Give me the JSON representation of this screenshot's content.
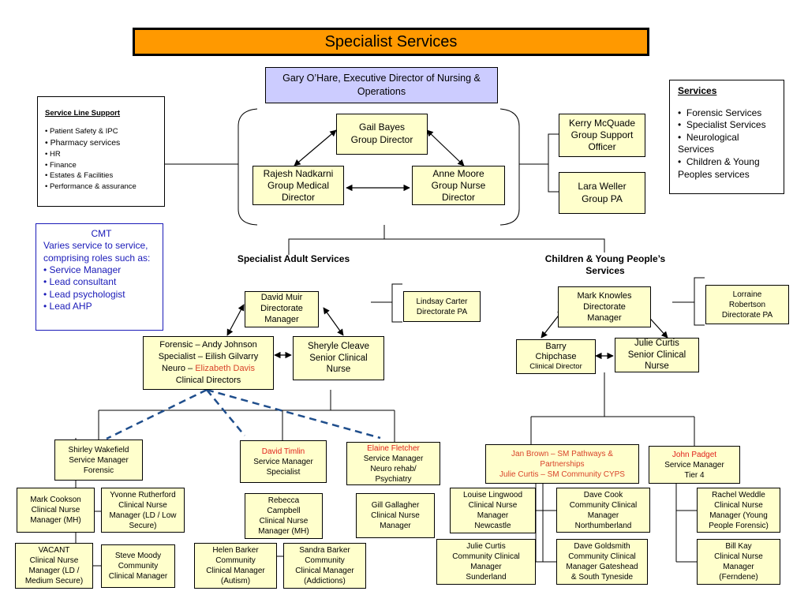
{
  "title": "Specialist Services",
  "exec": [
    "Gary O’Hare, Executive Director of Nursing &",
    "Operations"
  ],
  "group": {
    "gail": [
      "Gail Bayes",
      "Group Director"
    ],
    "rajesh": [
      "Rajesh Nadkarni",
      "Group Medical",
      "Director"
    ],
    "anne": [
      "Anne Moore",
      "Group Nurse",
      "Director"
    ],
    "kerry": [
      "Kerry McQuade",
      "Group Support",
      "Officer"
    ],
    "lara": [
      "Lara Weller",
      "Group PA"
    ]
  },
  "service_line": {
    "heading": "Service Line Support",
    "items": [
      "Patient Safety & IPC",
      "Pharmacy services",
      "HR",
      "Finance",
      "Estates & Facilities",
      "Performance & assurance"
    ]
  },
  "services": {
    "heading": "Services",
    "items": [
      "Forensic Services",
      "Specialist Services",
      "Neurological Services",
      "Children & Young Peoples services"
    ]
  },
  "cmt": {
    "heading": "CMT",
    "intro": "Varies service to service, comprising roles such as:",
    "items": [
      "Service Manager",
      "Lead consultant",
      "Lead psychologist",
      "Lead AHP"
    ],
    "color": "#1a1ab8"
  },
  "adult": {
    "heading": "Specialist Adult Services",
    "david_muir": [
      "David Muir",
      "Directorate",
      "Manager"
    ],
    "lindsay": [
      "Lindsay Carter",
      "Directorate PA"
    ],
    "clinical_directors": {
      "line1": "Forensic – Andy Johnson",
      "line2": "Specialist – Eilish Gilvarry",
      "line3_prefix": "Neuro – ",
      "line3_name": "Elizabeth Davis",
      "line4": "Clinical Directors"
    },
    "sheryle": [
      "Sheryle Cleave",
      "Senior Clinical",
      "Nurse"
    ],
    "shirley": [
      "Shirley Wakefield",
      "Service Manager",
      "Forensic"
    ],
    "david_timlin": {
      "name": "David Timlin",
      "role": [
        "Service Manager",
        "Specialist"
      ]
    },
    "elaine": {
      "name": "Elaine Fletcher",
      "role": [
        "Service Manager",
        "Neuro rehab/",
        "Psychiatry"
      ]
    },
    "mark_cookson": [
      "Mark Cookson",
      "Clinical Nurse",
      "Manager (MH)"
    ],
    "yvonne": [
      "Yvonne Rutherford",
      "Clinical Nurse",
      "Manager (LD / Low",
      "Secure)"
    ],
    "vacant": [
      "VACANT",
      "Clinical Nurse",
      "Manager (LD /",
      "Medium Secure)"
    ],
    "steve": [
      "Steve Moody",
      "Community",
      "Clinical Manager"
    ],
    "rebecca": [
      "Rebecca",
      "Campbell",
      "Clinical Nurse",
      "Manager (MH)"
    ],
    "helen": [
      "Helen Barker",
      "Community",
      "Clinical Manager",
      "(Autism)"
    ],
    "sandra": [
      "Sandra Barker",
      "Community",
      "Clinical Manager",
      "(Addictions)"
    ],
    "gill": [
      "Gill Gallagher",
      "Clinical Nurse",
      "Manager"
    ]
  },
  "cyps": {
    "heading": [
      "Children & Young People’s",
      "Services"
    ],
    "mark_knowles": [
      "Mark Knowles",
      "Directorate",
      "Manager"
    ],
    "lorraine": [
      "Lorraine",
      "Robertson",
      "Directorate PA"
    ],
    "barry": [
      "Barry",
      "Chipchase",
      "Clinical Director"
    ],
    "julie_senior": [
      "Julie Curtis",
      "Senior Clinical",
      "Nurse"
    ],
    "jan": [
      "Jan Brown – SM Pathways &",
      "Partnerships",
      "Julie Curtis – SM Community CYPS"
    ],
    "john": {
      "name": "John Padget",
      "role": [
        "Service Manager",
        "Tier 4"
      ]
    },
    "louise": [
      "Louise Lingwood",
      "Clinical Nurse",
      "Manager",
      "Newcastle"
    ],
    "dave_cook": [
      "Dave Cook",
      "Community Clinical",
      "Manager",
      "Northumberland"
    ],
    "julie_sunderland": [
      "Julie Curtis",
      "Community Clinical",
      "Manager",
      "Sunderland"
    ],
    "dave_goldsmith": [
      "Dave Goldsmith",
      "Community Clinical",
      "Manager Gateshead",
      "& South Tyneside"
    ],
    "rachel": [
      "Rachel Weddle",
      "Clinical Nurse",
      "Manager (Young",
      "People Forensic)"
    ],
    "bill": [
      "Bill Kay",
      "Clinical Nurse",
      "Manager",
      "(Ferndene)"
    ]
  },
  "colors": {
    "title_bar": "#ff9900",
    "exec_box": "#ccccff",
    "staff_box": "#ffffcc",
    "dashed_line": "#1f4e8c",
    "highlight_text": "#e0201b"
  }
}
